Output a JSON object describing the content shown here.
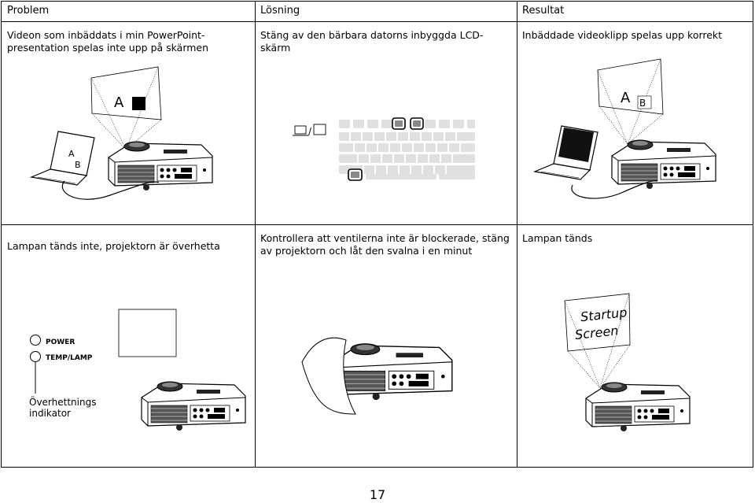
{
  "headers": {
    "problem": "Problem",
    "solution": "Lösning",
    "result": "Resultat"
  },
  "rows": [
    {
      "problem": "Videon som inbäddats i min PowerPoint-presentation spelas inte upp på skärmen",
      "solution": "Stäng av den bärbara datorns inbyggda LCD-skärm",
      "result": "Inbäddade videoklipp spelas upp korrekt",
      "art": {
        "screen_label_a": "A",
        "laptop_label_a": "A",
        "laptop_label_b": "B",
        "result_label_a": "A",
        "result_label_b": "B"
      }
    },
    {
      "problem": "Lampan tänds inte, projektorn är överhetta",
      "solution": "Kontrollera att ventilerna inte är blockerade, stäng av projektorn och låt den svalna i en minut",
      "result": "Lampan tänds",
      "art": {
        "power_label": "POWER",
        "temp_label": "TEMP/LAMP",
        "overheat_label": "Överhettnings indikator",
        "startup_line1": "Startup",
        "startup_line2": "Screen"
      }
    }
  ],
  "page_number": "17"
}
